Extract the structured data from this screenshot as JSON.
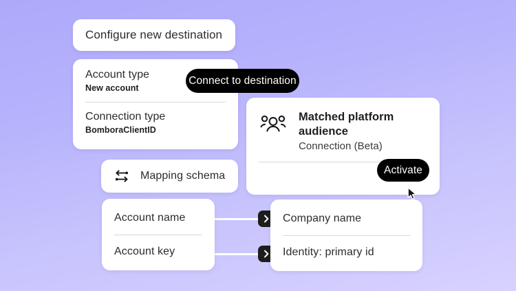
{
  "theme": {
    "background_top": "#aeaafb",
    "background_bottom": "#d7d2fe",
    "card_background": "#ffffff",
    "accent_black": "#000000",
    "text_primary": "#2c2c2c",
    "divider": "#d8d8d8",
    "connector_line": "#ffffff"
  },
  "configure_card": {
    "title": "Configure new destination"
  },
  "account_card": {
    "fields": [
      {
        "label": "Account type",
        "value": "New account"
      },
      {
        "label": "Connection type",
        "value": "BomboraClientID"
      }
    ]
  },
  "connect_button": {
    "label": "Connect to destination"
  },
  "audience_card": {
    "icon": "people-group-icon",
    "title": "Matched platform audience",
    "subtitle": "Connection (Beta)",
    "activate_button": {
      "label": "Activate"
    }
  },
  "mapping_card": {
    "icon": "mapping-arrows-icon",
    "label": "Mapping schema"
  },
  "source_fields_card": {
    "rows": [
      {
        "label": "Account name"
      },
      {
        "label": "Account key"
      }
    ]
  },
  "target_fields_card": {
    "rows": [
      {
        "label": "Company name"
      },
      {
        "label": "Identity: primary id"
      }
    ]
  },
  "mapping_connectors": [
    {
      "badge_icon": "chevron-right-icon"
    },
    {
      "badge_icon": "chevron-right-icon"
    }
  ],
  "cursor": {
    "icon": "mouse-pointer-icon"
  }
}
